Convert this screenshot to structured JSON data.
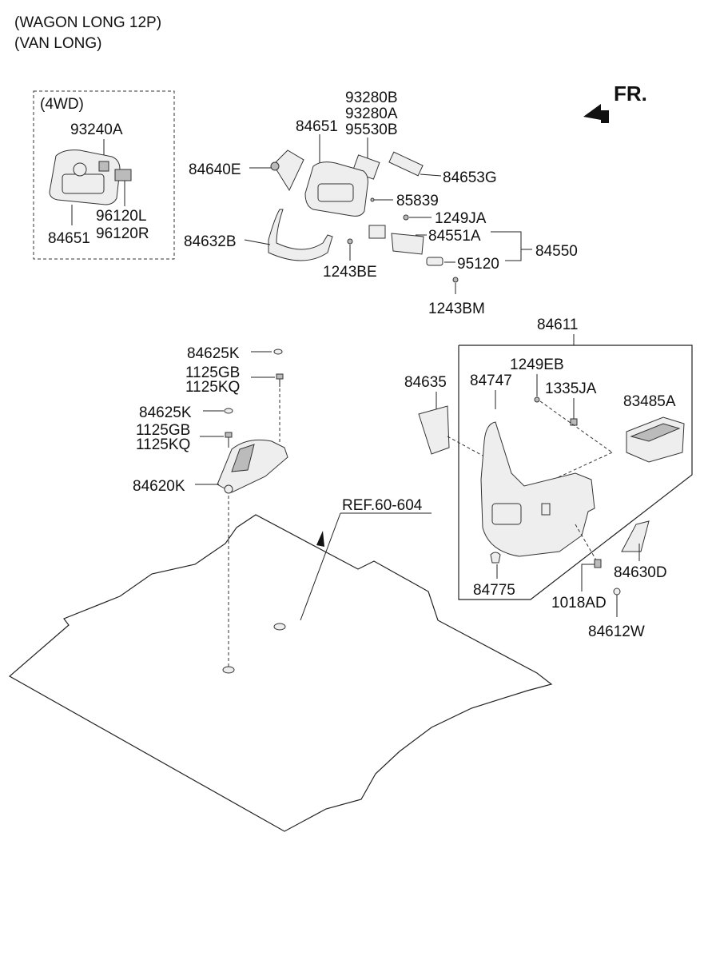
{
  "header": {
    "line1": "(WAGON LONG 12P)",
    "line2": "(VAN LONG)"
  },
  "direction": {
    "label": "FR.",
    "icon": "arrow-forward-icon"
  },
  "inset": {
    "title": "(4WD)"
  },
  "reference": "REF.60-604",
  "labels": {
    "p93240A": "93240A",
    "p84651_inset": "84651",
    "p96120L": "96120L",
    "p96120R": "96120R",
    "p93280B": "93280B",
    "p93280A": "93280A",
    "p95530B": "95530B",
    "p84651": "84651",
    "p84640E": "84640E",
    "p84653G": "84653G",
    "p85839": "85839",
    "p1249JA": "1249JA",
    "p84551A": "84551A",
    "p84550": "84550",
    "p84632B": "84632B",
    "p95120": "95120",
    "p1243BE": "1243BE",
    "p1243BM": "1243BM",
    "p84611": "84611",
    "p84625K_a": "84625K",
    "p1125GB_a": "1125GB",
    "p1125KQ_a": "1125KQ",
    "p84625K_b": "84625K",
    "p1125GB_b": "1125GB",
    "p1125KQ_b": "1125KQ",
    "p84620K": "84620K",
    "p84635": "84635",
    "p84747": "84747",
    "p1249EB": "1249EB",
    "p1335JA": "1335JA",
    "p83485A": "83485A",
    "p84775": "84775",
    "p1018AD": "1018AD",
    "p84630D": "84630D",
    "p84612W": "84612W"
  }
}
